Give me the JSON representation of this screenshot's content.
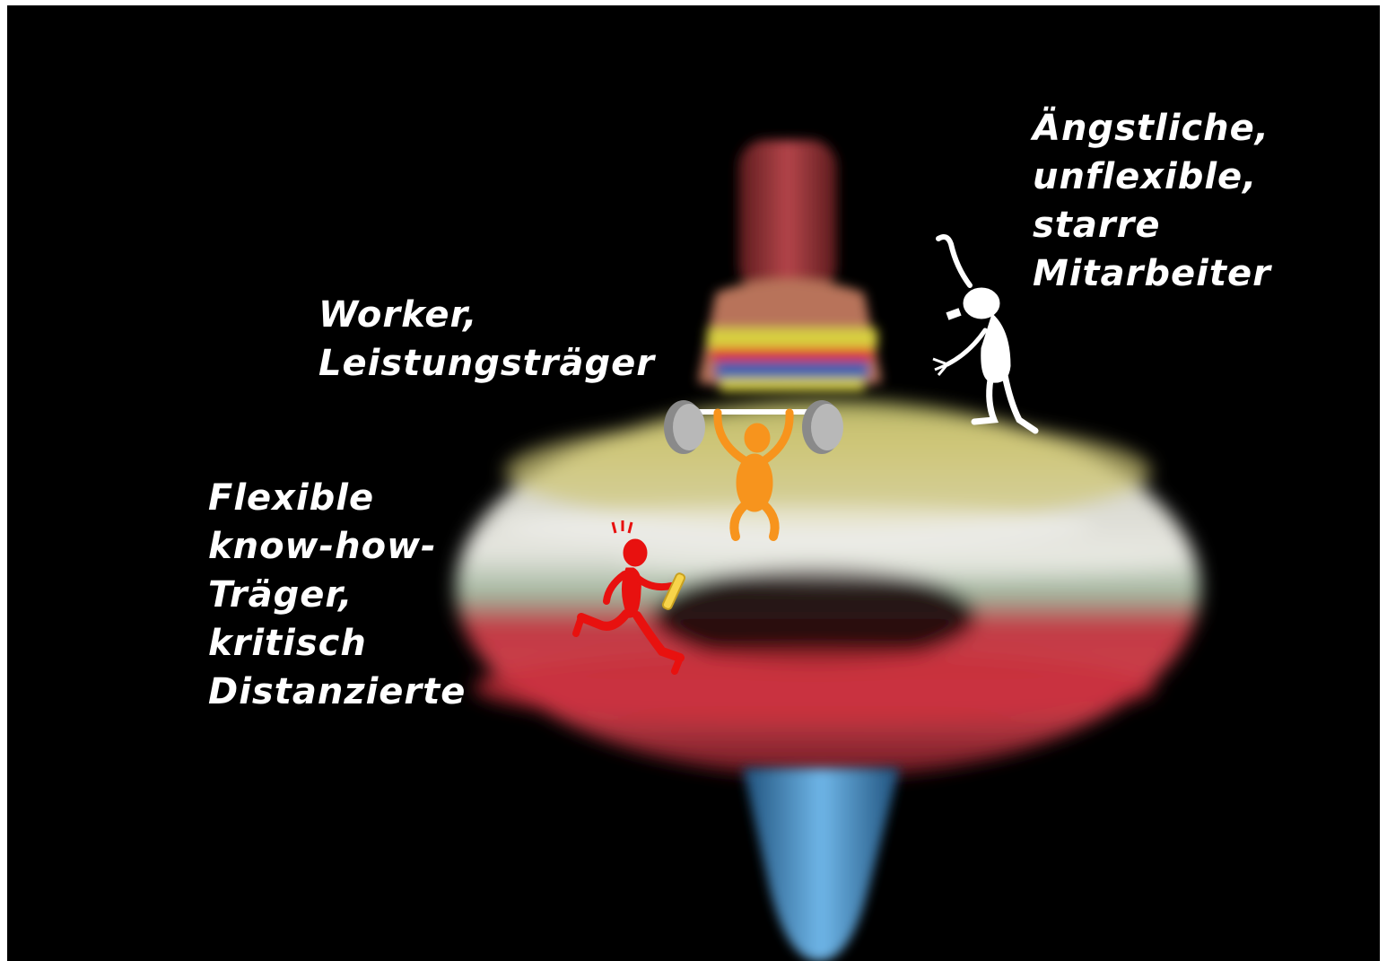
{
  "labels": {
    "anxious": [
      "Ängstliche,",
      "unflexible,",
      "starre",
      "Mitarbeiter"
    ],
    "worker": [
      "Worker,",
      "Leistungsträger"
    ],
    "flexible": [
      "Flexible",
      "know-how-",
      "Träger,",
      "kritisch",
      "Distanzierte"
    ]
  },
  "figures": {
    "anxious": "stick-figure-white",
    "worker": "weightlifter-orange",
    "flexible": "runner-red"
  },
  "colors": {
    "background": "#000000",
    "text": "#ffffff",
    "worker_figure": "#f7941d",
    "runner_figure": "#e8110f",
    "anxious_figure": "#ffffff"
  }
}
